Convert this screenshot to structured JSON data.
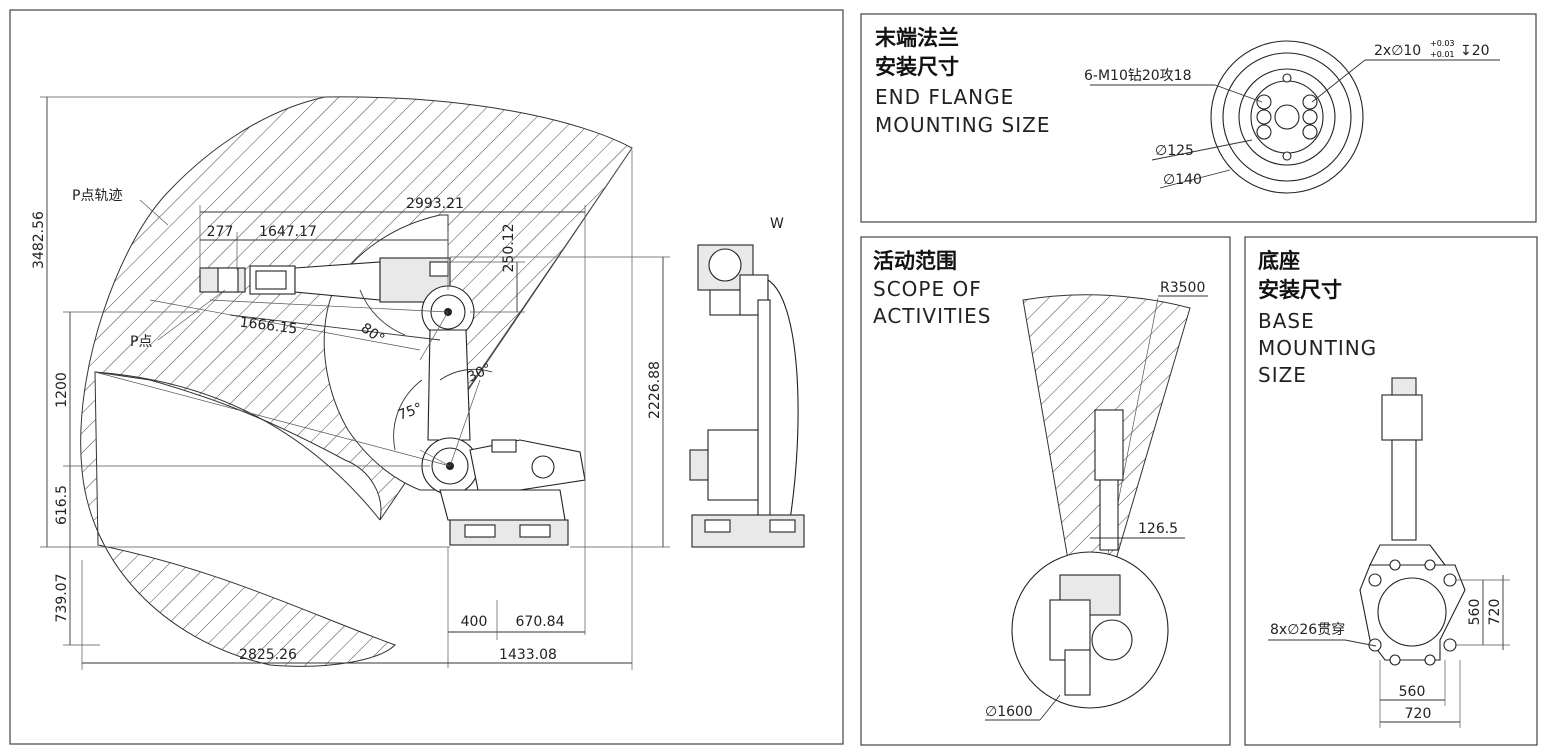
{
  "main_view": {
    "dims": {
      "h_total": "3482.56",
      "h_upper": "1200",
      "h_base": "616.5",
      "h_below": "739.07",
      "reach": "2993.21",
      "d277": "277",
      "d1647": "1647.17",
      "d250": "250.12",
      "d1666": "1666.15",
      "h2226": "2226.88",
      "d400": "400",
      "d670": "670.84",
      "d2825": "2825.26",
      "d1433": "1433.08"
    },
    "angles": {
      "a80": "80°",
      "a30": "30°",
      "a75": "75°"
    },
    "labels": {
      "p_trajectory": "P点轨迹",
      "p_point": "P点",
      "w": "W"
    }
  },
  "flange_panel": {
    "title_cn_1": "末端法兰",
    "title_cn_2": "安装尺寸",
    "title_en_1": "END FLANGE",
    "title_en_2": "MOUNTING SIZE",
    "callout_holes": "6-M10钻20攻18",
    "callout_pins": "2x∅10",
    "callout_pins_tol_upper": "+0.03",
    "callout_pins_tol_lower": "+0.01",
    "callout_pins_depth": "↧20",
    "d125": "∅125",
    "d140": "∅140"
  },
  "scope_panel": {
    "title_cn": "活动范围",
    "title_en_1": "SCOPE OF",
    "title_en_2": "ACTIVITIES",
    "r3500": "R3500",
    "d126": "126.5",
    "d1600": "∅1600"
  },
  "base_panel": {
    "title_cn_1": "底座",
    "title_cn_2": "安装尺寸",
    "title_en_1": "BASE",
    "title_en_2": "MOUNTING",
    "title_en_3": "SIZE",
    "holes": "8x∅26贯穿",
    "v560": "560",
    "v720": "720",
    "h560": "560",
    "h720": "720"
  }
}
